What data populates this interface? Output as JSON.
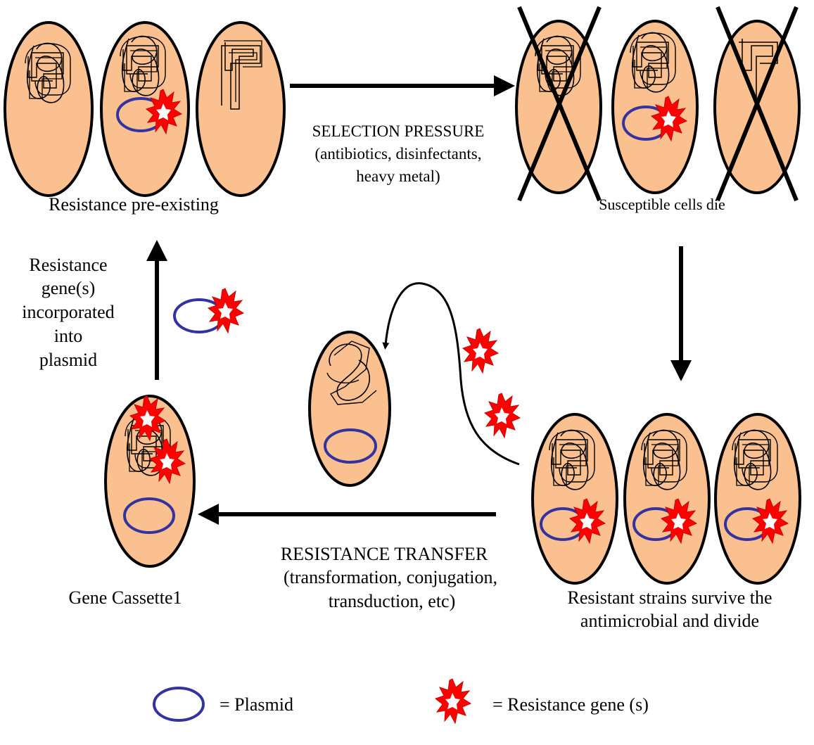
{
  "colors": {
    "cell_fill": "#FAC090",
    "cell_stroke": "#000000",
    "plasmid": "#3333A0",
    "gene_fill": "#FF0000",
    "gene_core": "#FFFFFF",
    "arrow": "#000000"
  },
  "labels": {
    "resistance_pre_existing": "Resistance pre-existing",
    "selection_pressure": {
      "line1": "SELECTION PRESSURE",
      "line2": "(antibiotics, disinfectants,",
      "line3": "heavy metal)"
    },
    "susceptible_cells_die": "Susceptible cells die",
    "incorporated": {
      "line1": "Resistance",
      "line2": "gene(s)",
      "line3": "incorporated",
      "line4": "into",
      "line5": "plasmid"
    },
    "gene_cassette": "Gene Cassette1",
    "resistance_transfer": {
      "line1": "RESISTANCE TRANSFER",
      "line2": "(transformation, conjugation,",
      "line3": "transduction, etc)"
    },
    "resistant_survive": {
      "line1": "Resistant strains survive the",
      "line2": "antimicrobial and divide"
    }
  },
  "legend": {
    "plasmid_label": "= Plasmid",
    "gene_label": "= Resistance gene (s)",
    "plasmid_icon": "plasmid-ring-icon",
    "gene_icon": "starburst-gene-icon"
  }
}
